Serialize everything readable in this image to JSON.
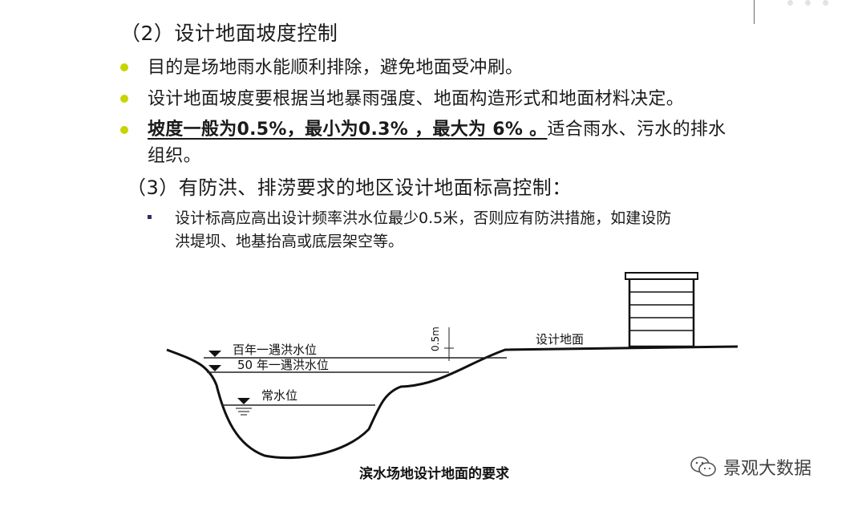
{
  "heading2": "（2）设计地面坡度控制",
  "bullets": [
    {
      "text": "目的是场地雨水能顺利排除，避免地面受冲刷。"
    },
    {
      "text": "设计地面坡度要根据当地暴雨强度、地面构造形式和地面材料决定。"
    },
    {
      "emph": "坡度一般为0.5%，最小为0.3% ，最大为 6% 。",
      "rest": "适合雨水、污水的排水",
      "cont": "组织。"
    }
  ],
  "heading3": "（3）有防洪、排涝要求的地区设计地面标高控制：",
  "sub_bullet": {
    "line1": "设计标高应高出设计频率洪水位最少0.5米，否则应有防洪措施，如建设防",
    "line2": "洪堤坝、地基抬高或底层架空等。"
  },
  "diagram": {
    "label_100yr": "百年一遇洪水位",
    "label_50yr": "50 年一遇洪水位",
    "label_normal": "常水位",
    "label_ground": "设计地面",
    "label_gap": "0.5m",
    "caption": "滨水场地设计地面的要求"
  },
  "watermark": {
    "text": "景观大数据",
    "icon": "wechat-icon"
  },
  "colors": {
    "bullet": "#c8d400",
    "sub_bullet": "#2e2e6e"
  }
}
